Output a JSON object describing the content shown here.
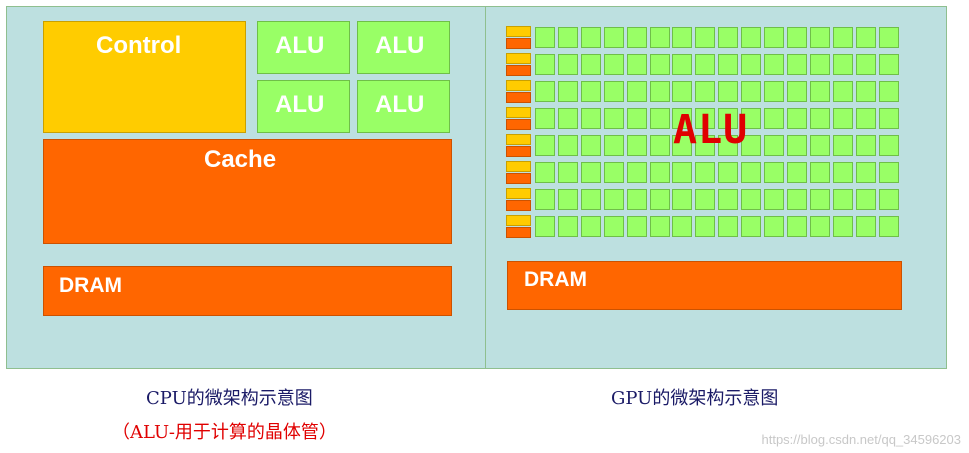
{
  "cpu": {
    "control_label": "Control",
    "alu_labels": [
      "ALU",
      "ALU",
      "ALU",
      "ALU"
    ],
    "cache_label": "Cache",
    "dram_label": "DRAM",
    "caption": "CPU的微架构示意图",
    "note": "（ALU-用于计算的晶体管）"
  },
  "gpu": {
    "alu_label": "ALU",
    "dram_label": "DRAM",
    "caption": "GPU的微架构示意图",
    "rows": 8,
    "alus_per_row": 16
  },
  "watermark": "https://blog.csdn.net/qq_34596203",
  "colors": {
    "background": "#bde0e0",
    "control": "#ffcc00",
    "alu": "#99ff66",
    "cache_dram": "#ff6600",
    "alu_label_gpu": "#e00000",
    "caption": "#1a1a66"
  }
}
